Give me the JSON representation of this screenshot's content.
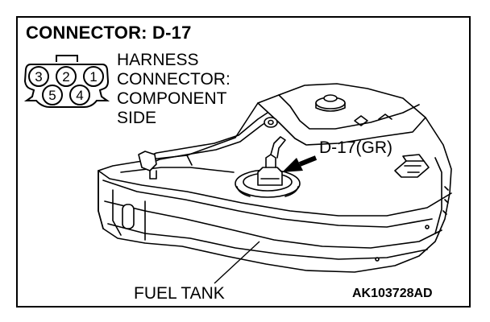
{
  "title": "CONNECTOR: D-17",
  "connector_description": [
    "HARNESS",
    "CONNECTOR:",
    "COMPONENT",
    "SIDE"
  ],
  "connector_pins": {
    "top_row": [
      "3",
      "2",
      "1"
    ],
    "bottom_row": [
      "5",
      "4"
    ]
  },
  "callout_connector": "D-17(GR)",
  "callout_tank": "FUEL TANK",
  "figure_code": "AK103728AD",
  "colors": {
    "line": "#000000",
    "background": "#ffffff"
  }
}
